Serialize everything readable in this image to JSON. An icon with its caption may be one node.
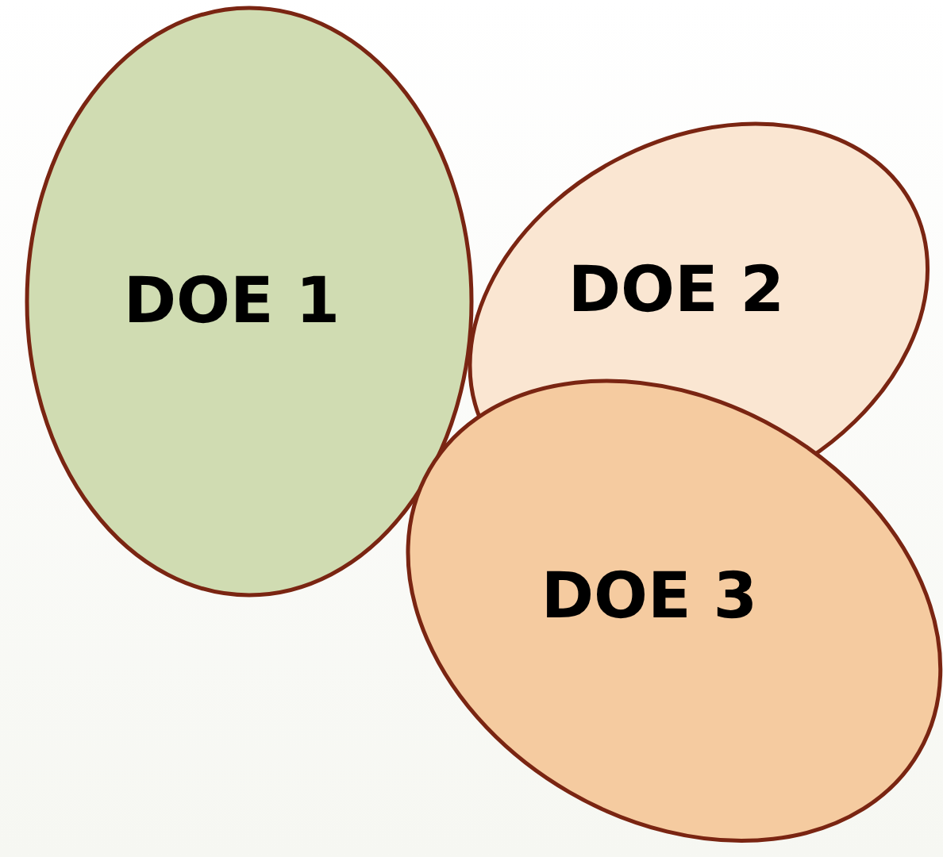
{
  "diagram": {
    "nodes": [
      {
        "text": [
          "DOE 1"
        ]
      },
      {
        "text": [
          "DOE 2"
        ]
      },
      {
        "text": [
          "DOE 3"
        ]
      }
    ]
  }
}
